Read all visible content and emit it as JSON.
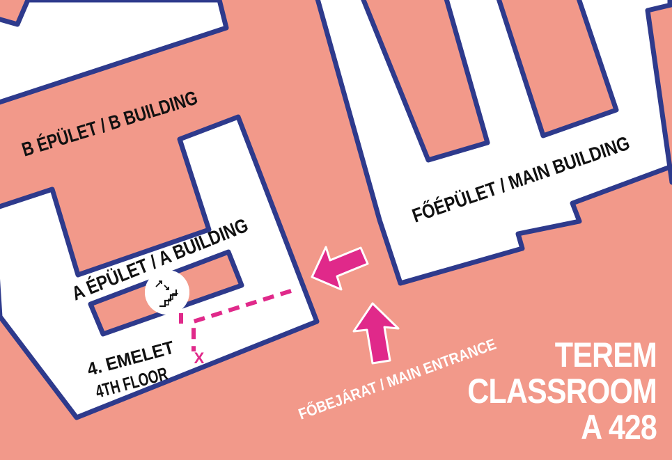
{
  "map": {
    "background_color": "#f2998a",
    "building_fill": "#ffffff",
    "building_outline": "#2e3a8c",
    "route_color": "#e0298a",
    "text_color": "#111111",
    "buildings": [
      {
        "id": "b-building",
        "label": "B ÉPÜLET / B BUILDING"
      },
      {
        "id": "a-building",
        "label": "A ÉPÜLET / A BUILDING"
      },
      {
        "id": "main-building",
        "label": "FŐÉPÜLET / MAIN BUILDING"
      }
    ],
    "floor_label_line1": "4. EMELET",
    "floor_label_line2": "4TH FLOOR",
    "entrance_label": "FŐBEJÁRAT / MAIN ENTRANCE",
    "destination_marker": "X",
    "stairs_icon": "stairs-icon",
    "arrow_icon": "arrow-icon"
  },
  "room": {
    "line1": "TEREM",
    "line2": "CLASSROOM",
    "line3": "A 428"
  }
}
